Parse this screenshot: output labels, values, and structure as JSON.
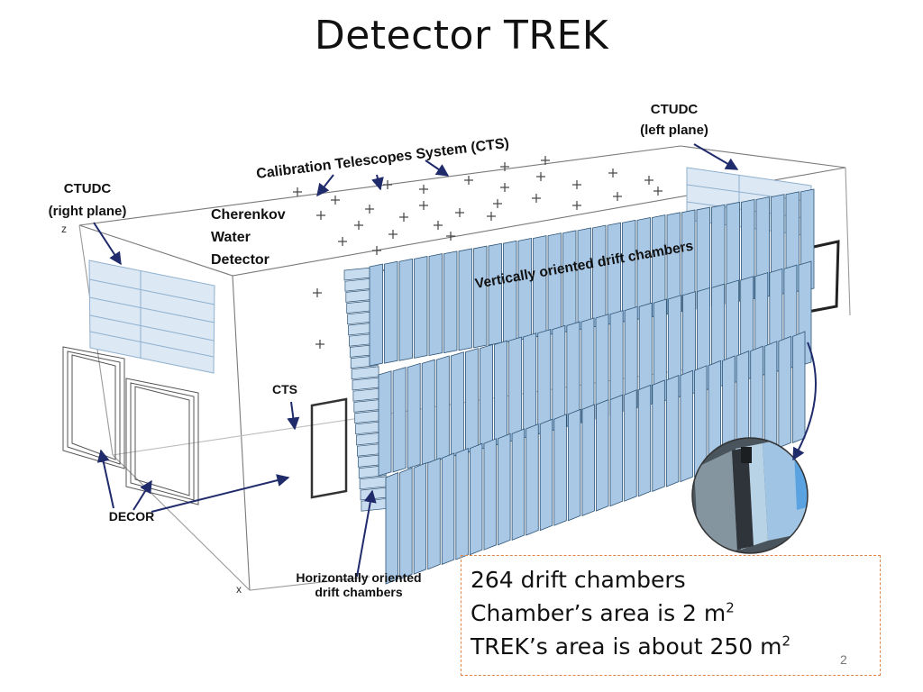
{
  "slide": {
    "title": "Detector TREK",
    "page_number": "2"
  },
  "labels": {
    "ctudc_left_line1": "CTUDC",
    "ctudc_left_line2": "(left plane)",
    "ctudc_right_line1": "CTUDC",
    "ctudc_right_line2": "(right plane)",
    "cts_system": "Calibration Telescopes System (CTS)",
    "cherenkov_line1": "Cherenkov",
    "cherenkov_line2": "Water",
    "cherenkov_line3": "Detector",
    "vertical_chambers": "Vertically oriented drift chambers",
    "cts": "CTS",
    "decor": "DECOR",
    "horizontal_line1": "Horizontally oriented",
    "horizontal_line2": "drift chambers",
    "axis_z": "z",
    "axis_x": "x"
  },
  "info": {
    "line1": "264 drift chambers",
    "line2_text": "Chamber’s area is 2 m",
    "line2_sup": "2",
    "line3_text": "TREK’s area is about 250 m",
    "line3_sup": "2"
  },
  "colors": {
    "chamber_fill": "#a9c8e6",
    "chamber_stroke": "#2f5577",
    "box_outline": "#7a7a7a",
    "arrow": "#1f2b6b",
    "info_border": "#e0864b"
  }
}
